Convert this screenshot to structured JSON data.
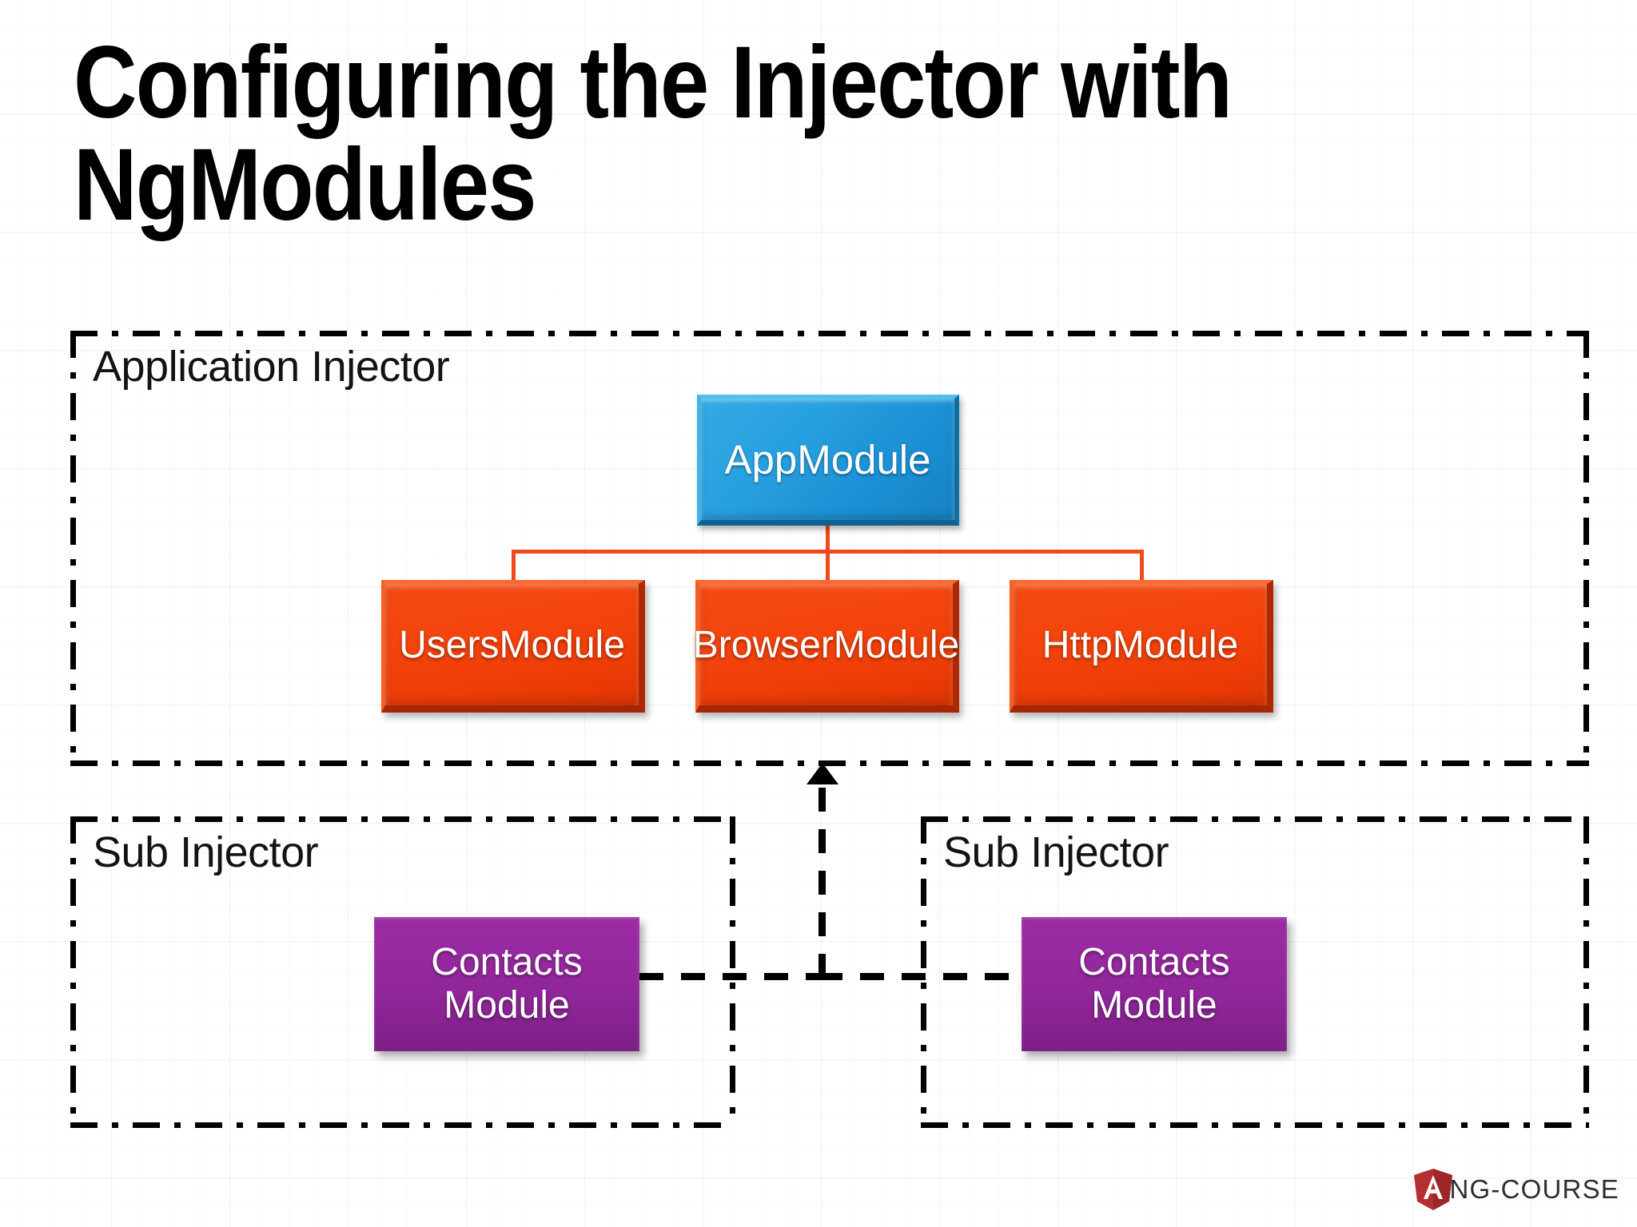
{
  "slide": {
    "title": "Configuring the Injector with NgModules",
    "background": "#ffffff",
    "grid_color": "#f0f0f0"
  },
  "application_injector": {
    "label": "Application Injector",
    "border_style": "dash-dot",
    "border_color": "#000000"
  },
  "sub_injector_left": {
    "label": "Sub Injector",
    "border_style": "dash-dot",
    "border_color": "#000000"
  },
  "sub_injector_right": {
    "label": "Sub Injector",
    "border_style": "dash-dot",
    "border_color": "#000000"
  },
  "modules": {
    "app": {
      "label": "AppModule",
      "color": "#1f93d6"
    },
    "users": {
      "label": "UsersModule",
      "color": "#f4430d"
    },
    "browser": {
      "label": "BrowserModule",
      "color": "#f4430d"
    },
    "http": {
      "label": "HttpModule",
      "color": "#f4430d"
    },
    "contacts_left": {
      "label": "Contacts\nModule",
      "color": "#97289f"
    },
    "contacts_right": {
      "label": "Contacts\nModule",
      "color": "#97289f"
    }
  },
  "connectors": {
    "module_tree_color": "#f04a1c",
    "injector_link_color": "#000000",
    "injector_link_style": "dashed-arrow-up"
  },
  "logo": {
    "wordmark": "NG-COURSE",
    "shield_letter": "A",
    "shield_color": "#b52e31",
    "wordmark_color": "#2f2f2f"
  }
}
